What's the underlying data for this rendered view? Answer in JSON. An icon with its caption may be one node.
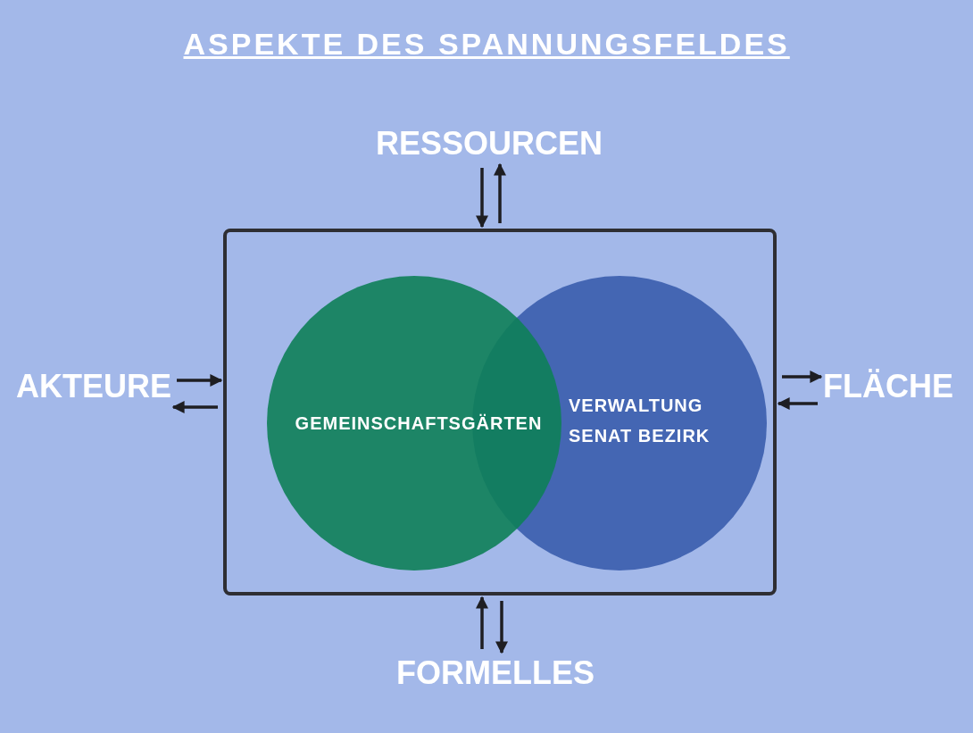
{
  "diagram": {
    "title": "ASPEKTE DES SPANNUNGSFELDES",
    "nodes": [
      {
        "text": [],
        "shape": "box"
      },
      {
        "text": [
          "GEMEINSCHAFTSGÄRTEN"
        ],
        "in": 0
      },
      {
        "text": [
          "VERWALTUNG SENAT BEZIRK"
        ],
        "in": 0
      },
      {
        "text": [
          "RESSOURCEN"
        ]
      },
      {
        "text": [
          "AKTEURE"
        ]
      },
      {
        "text": [
          "FLÄCHE"
        ]
      },
      {
        "text": [
          "FORMELLES"
        ]
      }
    ],
    "edges": [
      {
        "from": 3,
        "to": 0,
        "arrow": "to"
      },
      {
        "from": 0,
        "to": 3,
        "arrow": "to"
      },
      {
        "from": 4,
        "to": 0,
        "arrow": "to"
      },
      {
        "from": 0,
        "to": 4,
        "arrow": "to"
      },
      {
        "from": 0,
        "to": 5,
        "arrow": "to"
      },
      {
        "from": 5,
        "to": 0,
        "arrow": "to"
      },
      {
        "from": 6,
        "to": 0,
        "arrow": "to"
      },
      {
        "from": 0,
        "to": 6,
        "arrow": "to"
      }
    ]
  }
}
